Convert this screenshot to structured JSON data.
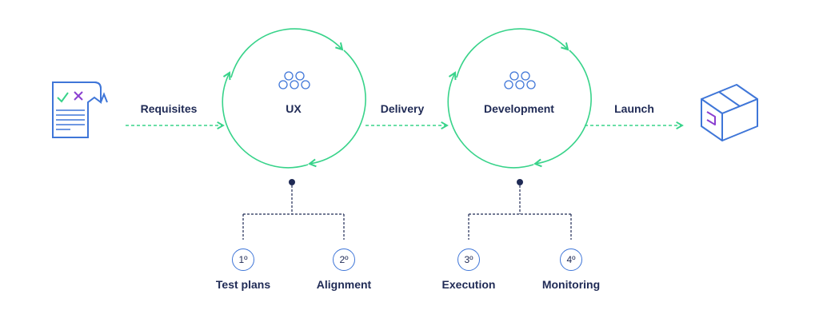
{
  "flow": {
    "requisites": "Requisites",
    "delivery": "Delivery",
    "launch": "Launch"
  },
  "phases": {
    "ux": "UX",
    "development": "Development"
  },
  "steps": [
    {
      "num": "1º",
      "label": "Test plans"
    },
    {
      "num": "2º",
      "label": "Alignment"
    },
    {
      "num": "3º",
      "label": "Execution"
    },
    {
      "num": "4º",
      "label": "Monitoring"
    }
  ],
  "colors": {
    "green": "#38d38a",
    "blue": "#3f76d8",
    "navy": "#1f2a55",
    "purple": "#8a3fd0"
  },
  "icons": {
    "document": "document-checklist-icon",
    "people": "team-circles-icon",
    "box": "package-box-icon"
  }
}
